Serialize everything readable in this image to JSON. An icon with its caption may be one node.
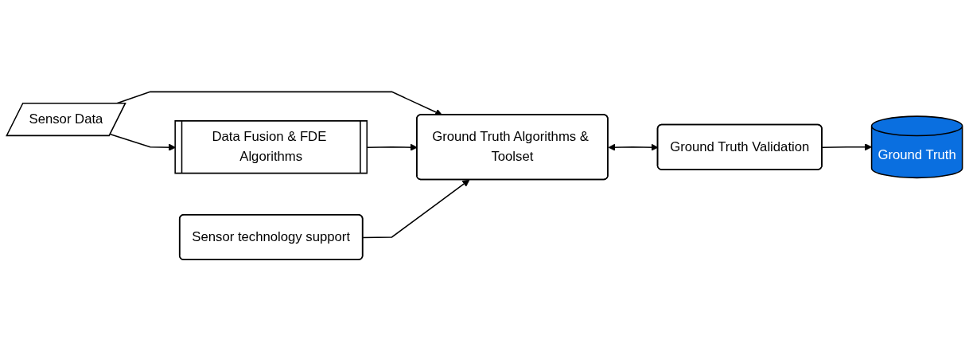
{
  "diagram": {
    "nodes": [
      {
        "text": [
          "Sensor Data"
        ]
      },
      {
        "text": [
          "Sensor technology support"
        ]
      },
      {
        "text": [
          "Data Fusion & FDE Algorithms"
        ]
      },
      {
        "text": [
          "Ground Truth Algorithms & Toolset"
        ]
      },
      {
        "text": [
          "Ground Truth Validation"
        ]
      },
      {
        "text": [
          "Ground Truth"
        ]
      }
    ],
    "edges": [
      {
        "from": 0,
        "to": 2,
        "arrow": "to"
      },
      {
        "from": 0,
        "to": 3,
        "arrow": "to"
      },
      {
        "from": 2,
        "to": 3,
        "arrow": "to"
      },
      {
        "from": 1,
        "to": 3,
        "arrow": "to"
      },
      {
        "from": 3,
        "to": 4,
        "arrow": "both"
      },
      {
        "from": 4,
        "to": 5,
        "arrow": "to"
      }
    ]
  }
}
